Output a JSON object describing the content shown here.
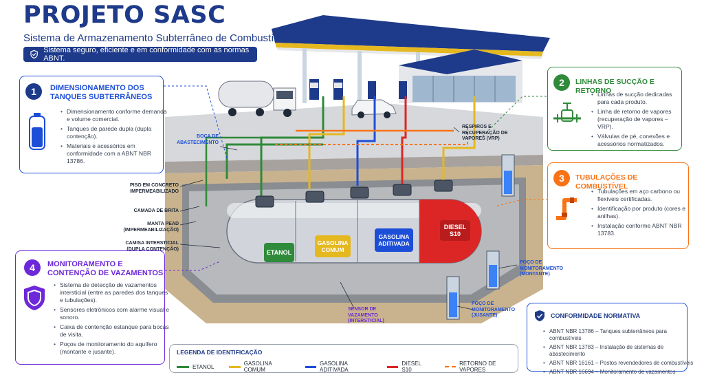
{
  "header": {
    "title": "PROJETO SASC",
    "subtitle": "Sistema de Armazenamento Subterrâneo de Combustíveis",
    "banner": "Sistema seguro, eficiente e em conformidade com as normas ABNT."
  },
  "cards": [
    {
      "number": "1",
      "title_lines": [
        "DIMENSIONAMENTO DOS",
        "TANQUES SUBTERRÂNEOS"
      ],
      "items": [
        "Dimensionamento conforme demanda e volume comercial.",
        "Tanques de parede dupla (dupla contenção).",
        "Materiais e acessórios em conformidade com a ABNT NBR 13786."
      ]
    },
    {
      "number": "2",
      "title_lines": [
        "LINHAS DE SUCÇÃO E RETORNO"
      ],
      "items": [
        "Linhas de sucção dedicadas para cada produto.",
        "Linha de retorno de vapores (recuperação de vapores – VRP).",
        "Válvulas de pé, conexões e acessórios normatizados."
      ]
    },
    {
      "number": "3",
      "title_lines": [
        "TUBULAÇÕES DE COMBUSTÍVEL"
      ],
      "items": [
        "Tubulações em aço carbono ou flexíveis certificadas.",
        "Identificação por produto (cores e anilhas).",
        "Instalação conforme ABNT NBR 13783."
      ]
    },
    {
      "number": "4",
      "title_lines": [
        "MONITORAMENTO E",
        "CONTENÇÃO DE VAZAMENTOS"
      ],
      "items": [
        "Sistema de detecção de vazamentos intersticial (entre as paredes dos tanques e tubulações).",
        "Sensores eletrônicos com alarme visual e sonoro.",
        "Caixa de contenção estanque para bocas de visita.",
        "Poços de monitoramento do aquífero (montante e jusante)."
      ]
    }
  ],
  "labels": {
    "boca": "BOCA DE ABASTECIMENTO",
    "respiros": "RESPIROS E RECUPERAÇÃO DE VAPORES (VRP)",
    "piso": "PISO EM CONCRETO IMPERMEABILIZADO",
    "brita": "CAMADA DE BRITA",
    "manta": "MANTA PEAD (IMPERMEABILIZAÇÃO)",
    "camisa": "CAMISA INTERSTICIAL (DUPLA CONTENÇÃO)",
    "sensor": "SENSOR DE VAZAMENTO (INTERSTICIAL)",
    "poco_montante": "POÇO DE MONITORAMENTO (MONTANTE)",
    "poco_jusante": "POÇO DE MONITORAMENTO (JUSANTE)"
  },
  "tanks": [
    {
      "label": "ETANOL",
      "color": "#2f8a3a"
    },
    {
      "label": "GASOLINA COMUM",
      "color": "#e5b820"
    },
    {
      "label": "GASOLINA ADITIVADA",
      "color": "#1d4ed8"
    },
    {
      "label": "DIESEL S10",
      "color": "#dc2626"
    }
  ],
  "legend": {
    "title": "LEGENDA DE IDENTIFICAÇÃO",
    "items": [
      {
        "label": "ETANOL",
        "color": "#2f8a3a"
      },
      {
        "label": "GASOLINA COMUM",
        "color": "#e5b820"
      },
      {
        "label": "GASOLINA ADITIVADA",
        "color": "#1d4ed8"
      },
      {
        "label": "DIESEL S10",
        "color": "#dc2626"
      },
      {
        "label": "RETORNO DE VAPORES",
        "color": "#f97316"
      }
    ]
  },
  "norms": {
    "title": "CONFORMIDADE NORMATIVA",
    "items": [
      "ABNT NBR 13786 – Tanques subterrâneos para combustíveis",
      "ABNT NBR 13783 – Instalação de sistemas de abastecimento",
      "ABNT NBR 16161 – Postos revendedores de combustíveis",
      "ABNT NBR 16694 – Monitoramento de vazamentos"
    ]
  },
  "colors": {
    "navy": "#1e3a8a",
    "card1": "#1d4ed8",
    "card2": "#2f8a3a",
    "card3": "#f97316",
    "card4": "#6d28d9"
  }
}
